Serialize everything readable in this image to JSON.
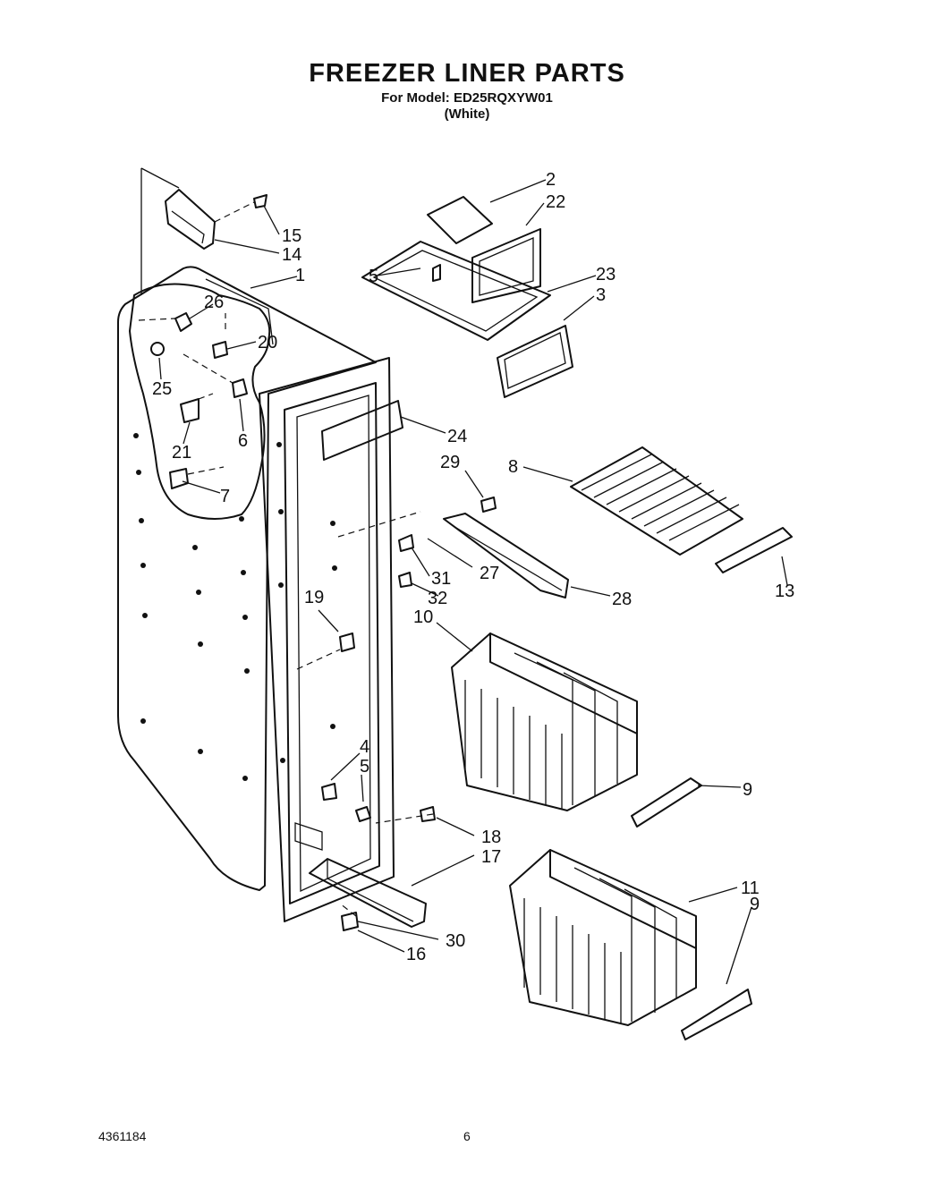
{
  "header": {
    "title": "FREEZER LINER PARTS",
    "model_line": "For Model: ED25RQXYW01",
    "color_line": "(White)"
  },
  "callouts": {
    "c1": "1",
    "c2": "2",
    "c3": "3",
    "c4": "4",
    "c5a": "5",
    "c5b": "5",
    "c6": "6",
    "c7": "7",
    "c8": "8",
    "c9a": "9",
    "c9b": "9",
    "c10": "10",
    "c11": "11",
    "c13": "13",
    "c14": "14",
    "c15": "15",
    "c16": "16",
    "c17": "17",
    "c18": "18",
    "c19": "19",
    "c20": "20",
    "c21": "21",
    "c22": "22",
    "c23": "23",
    "c24": "24",
    "c25": "25",
    "c26": "26",
    "c27": "27",
    "c28": "28",
    "c29": "29",
    "c30": "30",
    "c31": "31",
    "c32": "32"
  },
  "footer": {
    "doc_number": "4361184",
    "page_number": "6"
  }
}
